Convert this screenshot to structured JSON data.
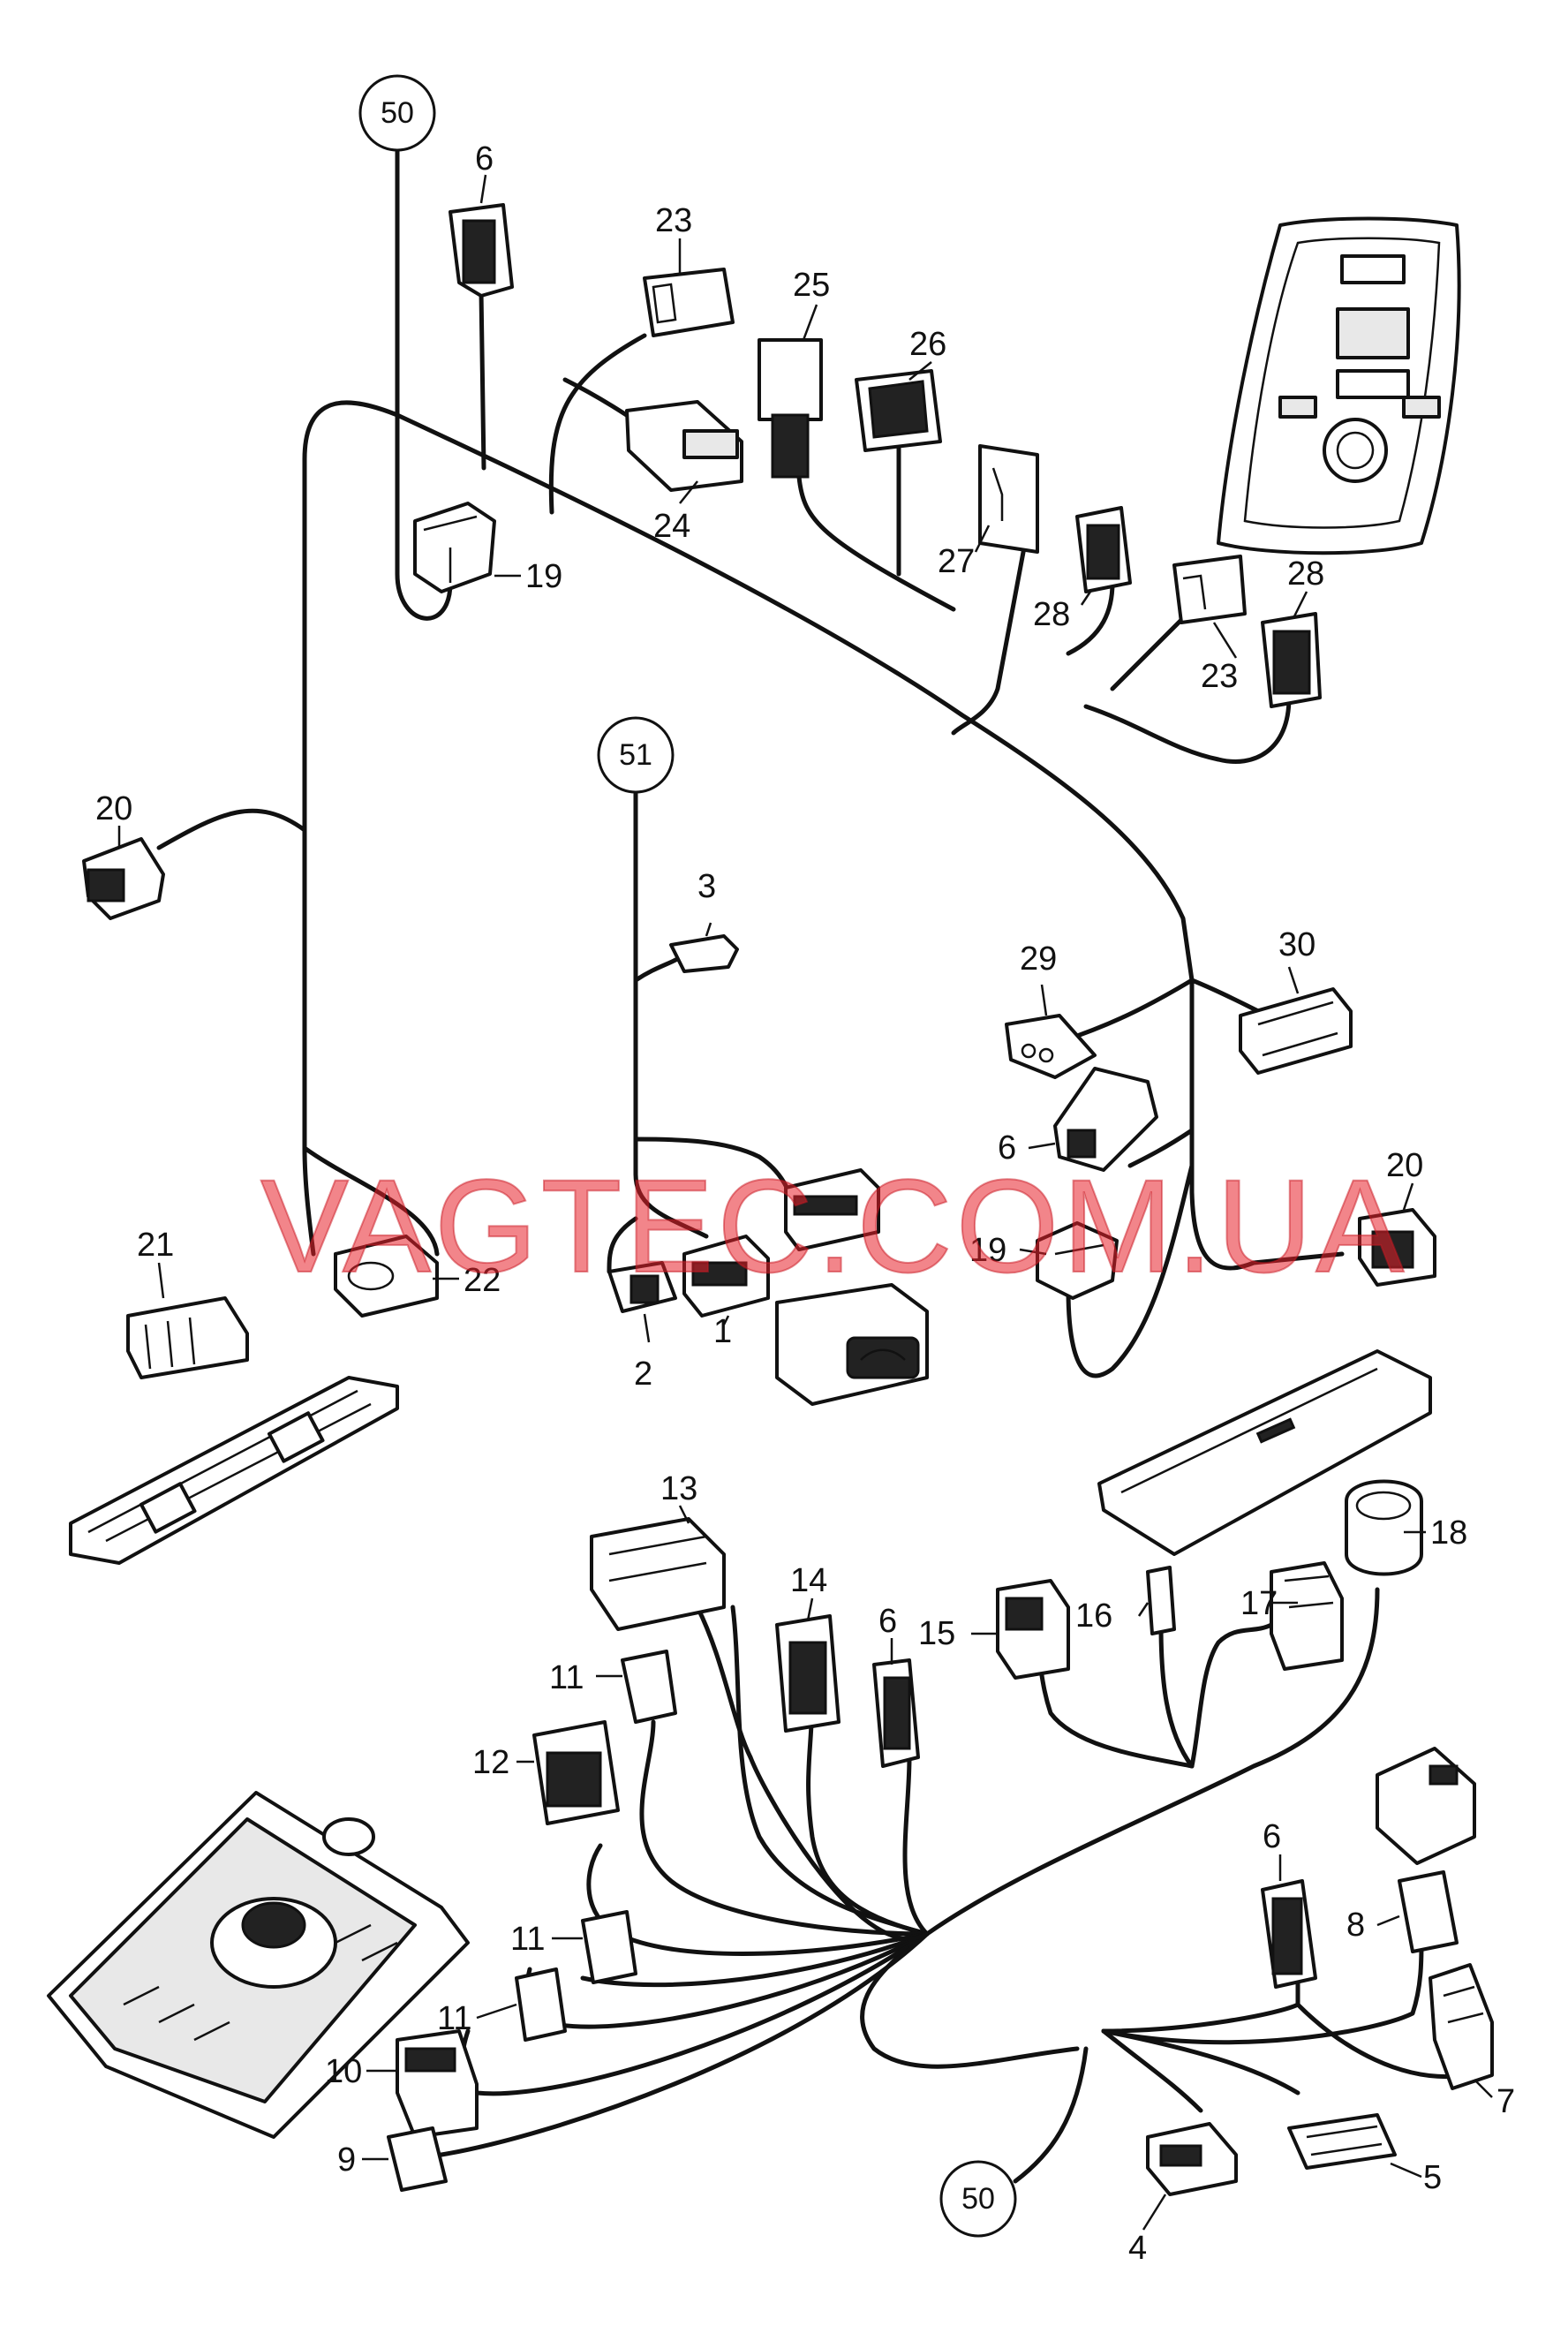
{
  "watermark": "VAGTEC.COM.UA",
  "references": [
    {
      "id": "ref-50-top",
      "label": "50"
    },
    {
      "id": "ref-51",
      "label": "51"
    },
    {
      "id": "ref-50-bottom",
      "label": "50"
    }
  ],
  "callouts": [
    {
      "id": "c1",
      "label": "1"
    },
    {
      "id": "c2",
      "label": "2"
    },
    {
      "id": "c3",
      "label": "3"
    },
    {
      "id": "c4",
      "label": "4"
    },
    {
      "id": "c5",
      "label": "5"
    },
    {
      "id": "c6a",
      "label": "6"
    },
    {
      "id": "c6b",
      "label": "6"
    },
    {
      "id": "c6c",
      "label": "6"
    },
    {
      "id": "c6d",
      "label": "6"
    },
    {
      "id": "c7",
      "label": "7"
    },
    {
      "id": "c8",
      "label": "8"
    },
    {
      "id": "c9",
      "label": "9"
    },
    {
      "id": "c10",
      "label": "10"
    },
    {
      "id": "c11a",
      "label": "11"
    },
    {
      "id": "c11b",
      "label": "11"
    },
    {
      "id": "c11c",
      "label": "11"
    },
    {
      "id": "c12",
      "label": "12"
    },
    {
      "id": "c13",
      "label": "13"
    },
    {
      "id": "c14",
      "label": "14"
    },
    {
      "id": "c15",
      "label": "15"
    },
    {
      "id": "c16",
      "label": "16"
    },
    {
      "id": "c17",
      "label": "17"
    },
    {
      "id": "c18",
      "label": "18"
    },
    {
      "id": "c19a",
      "label": "19"
    },
    {
      "id": "c19b",
      "label": "19"
    },
    {
      "id": "c20a",
      "label": "20"
    },
    {
      "id": "c20b",
      "label": "20"
    },
    {
      "id": "c21",
      "label": "21"
    },
    {
      "id": "c22",
      "label": "22"
    },
    {
      "id": "c23a",
      "label": "23"
    },
    {
      "id": "c23b",
      "label": "23"
    },
    {
      "id": "c24",
      "label": "24"
    },
    {
      "id": "c25",
      "label": "25"
    },
    {
      "id": "c26",
      "label": "26"
    },
    {
      "id": "c27",
      "label": "27"
    },
    {
      "id": "c28a",
      "label": "28"
    },
    {
      "id": "c28b",
      "label": "28"
    },
    {
      "id": "c29",
      "label": "29"
    },
    {
      "id": "c30",
      "label": "30"
    }
  ]
}
